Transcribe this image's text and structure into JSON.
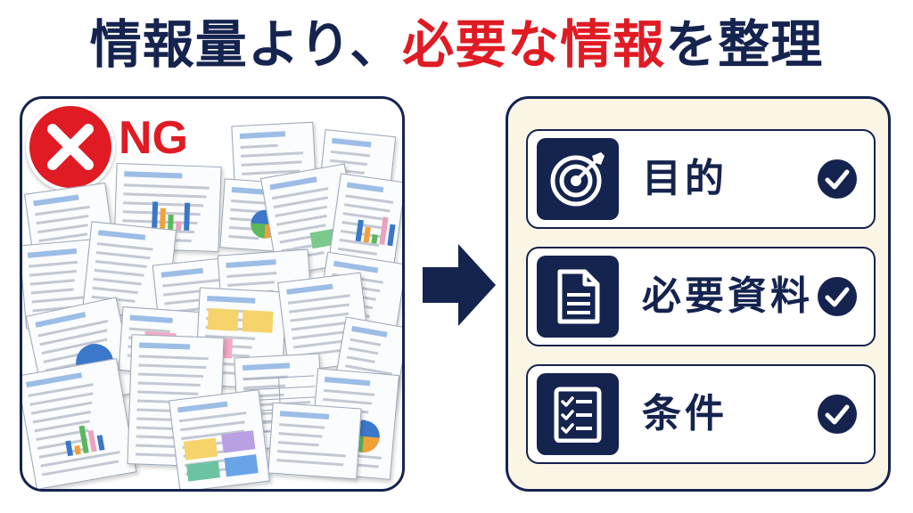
{
  "title": {
    "part1": "情報量より、",
    "part2": "必要な情報",
    "part3": "を整理"
  },
  "left": {
    "badge": "NG"
  },
  "right": {
    "items": [
      {
        "label": "目的",
        "icon": "target-icon"
      },
      {
        "label": "必要資料",
        "icon": "document-icon"
      },
      {
        "label": "条件",
        "icon": "checklist-icon"
      }
    ]
  },
  "colors": {
    "navy": "#15234f",
    "red": "#e01b24",
    "cream": "#fbf5e6"
  }
}
